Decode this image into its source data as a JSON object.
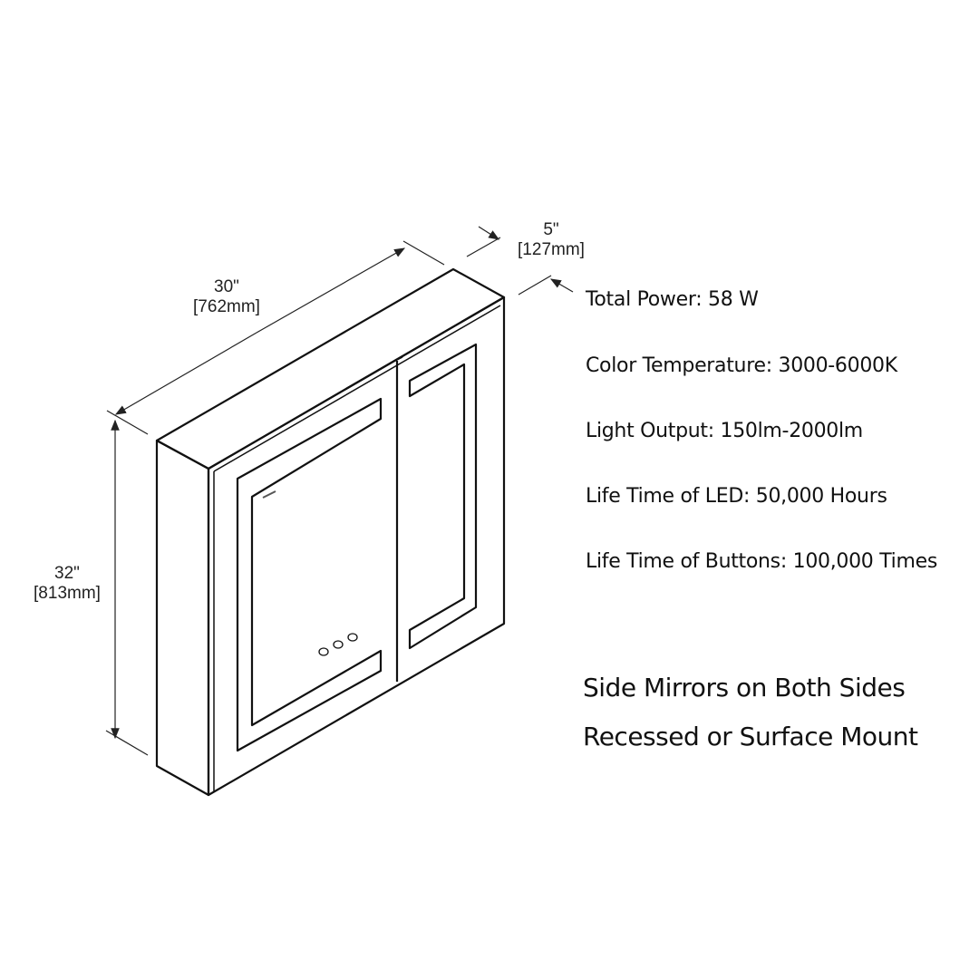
{
  "dimensions": {
    "width": {
      "inches": "30\"",
      "mm": "[762mm]"
    },
    "depth": {
      "inches": "5\"",
      "mm": "[127mm]"
    },
    "height": {
      "inches": "32\"",
      "mm": "[813mm]"
    }
  },
  "specs": [
    "Total Power: 58 W",
    "Color Temperature: 3000-6000K",
    "Light Output: 150lm-2000lm",
    "Life Time of LED: 50,000 Hours",
    "Life Time of Buttons: 100,000 Times"
  ],
  "features": [
    "Side Mirrors on Both Sides",
    "Recessed or Surface Mount"
  ]
}
